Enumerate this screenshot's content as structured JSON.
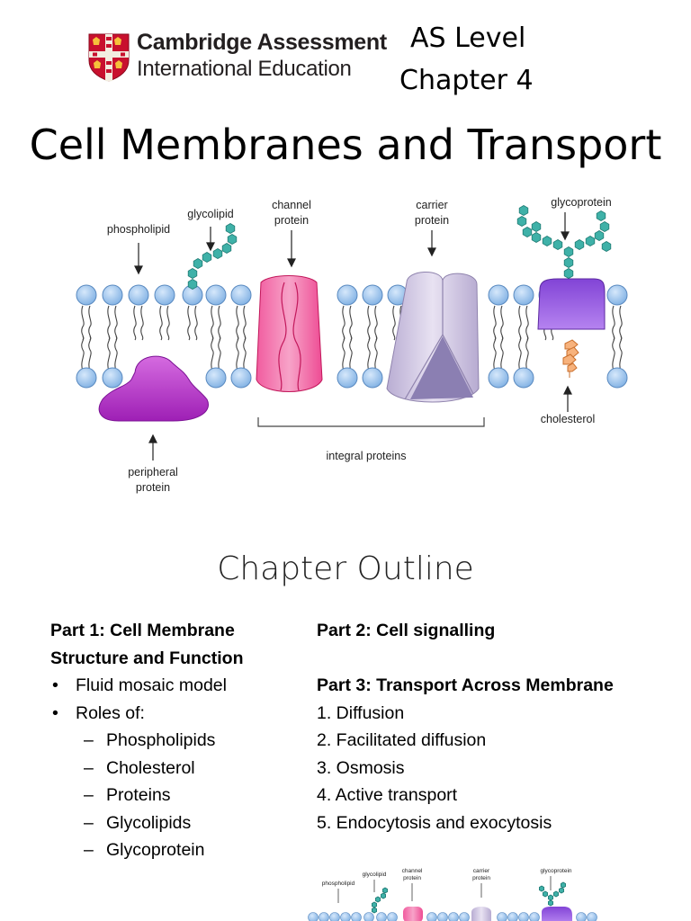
{
  "header": {
    "org_line1": "Cambridge Assessment",
    "org_line2": "International Education",
    "level": "AS Level",
    "chapter": "Chapter 4"
  },
  "title": "Cell Membranes and Transport",
  "diagram": {
    "labels": {
      "phospholipid": "phospholipid",
      "glycolipid": "glycolipid",
      "channel_protein_1": "channel",
      "channel_protein_2": "protein",
      "carrier_protein_1": "carrier",
      "carrier_protein_2": "protein",
      "glycoprotein": "glycoprotein",
      "cholesterol": "cholesterol",
      "integral_proteins": "integral proteins",
      "peripheral_protein_1": "peripheral",
      "peripheral_protein_2": "protein"
    },
    "colors": {
      "phospholipid_head": "#9cc3ec",
      "glycolipid_chain": "#33a9a1",
      "channel_protein": "#f06aa6",
      "carrier_protein": "#cdc3de",
      "glycoprotein": "#9a5fe0",
      "peripheral_protein": "#b833c8",
      "cholesterol": "#f5a86a"
    }
  },
  "outline": {
    "title": "Chapter Outline",
    "part1_line1": "Part 1: Cell Membrane",
    "part1_line2": "Structure and Function",
    "part1_bullets": [
      "Fluid mosaic model",
      "Roles of:"
    ],
    "roles": [
      "Phospholipids",
      "Cholesterol",
      "Proteins",
      "Glycolipids",
      "Glycoprotein"
    ],
    "part2": "Part 2: Cell signalling",
    "part3": "Part 3: Transport Across Membrane",
    "part3_items": [
      "1. Diffusion",
      "2. Facilitated diffusion",
      "3. Osmosis",
      "4.  Active transport",
      "5.  Endocytosis and exocytosis"
    ]
  }
}
